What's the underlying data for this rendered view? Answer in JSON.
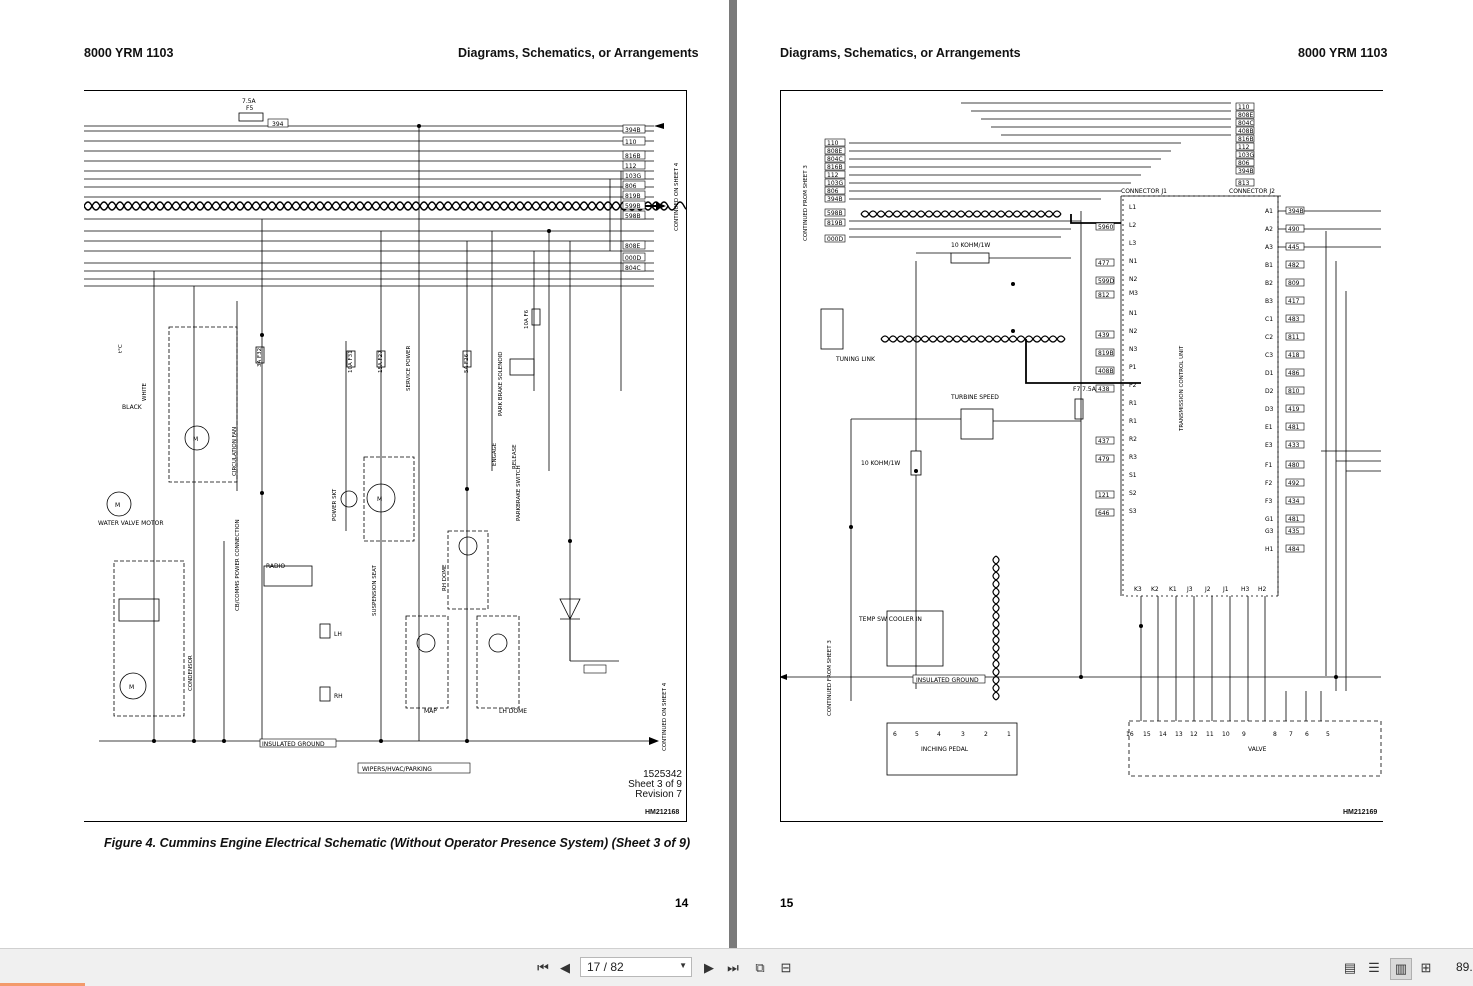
{
  "left_page": {
    "header_left": "8000 YRM 1103",
    "header_right": "Diagrams, Schematics, or Arrangements",
    "figure_caption": "Figure 4. Cummins Engine Electrical Schematic (Without Operator Presence System) (Sheet 3 of 9)",
    "doc_number": "1525342",
    "sheet": "Sheet 3 of 9",
    "revision": "Revision 7",
    "hm_code": "HM212168",
    "page_number": "14",
    "labels": {
      "fuse_rating": "7.5A",
      "fuse_id": "F5",
      "continued": "CONTINUED ON SHEET 4",
      "wire_tags": [
        "394B",
        "110",
        "816B",
        "112",
        "103G",
        "806",
        "819B",
        "599B",
        "598B",
        "808E",
        "000D",
        "804C"
      ],
      "bottom_wire": "394",
      "fuse_f32": "3A F32",
      "fuse_f31": "10A F31",
      "fuse_f27": "15A F27",
      "fuse_f26": "5A F26",
      "fuse_f6": "10A F6",
      "circ_fan": "CIRCULATION FAN",
      "water_valve": "WATER VALVE MOTOR",
      "radio": "RADIO",
      "cb_conn": "CB/COMMS POWER CONNECTION",
      "condensor": "CONDENSOR",
      "power_skt": "POWER SKT",
      "susp_seat": "SUSPENSION SEAT",
      "service_power": "SERVICE POWER",
      "engage": "ENGAGE",
      "release": "RELEASE",
      "parkbrake_switch": "PARKBRAKE SWITCH",
      "parkbrake_solenoid": "PARK BRAKE SOLENOID",
      "rh_dome": "RH DOME",
      "lh_dome": "LH DOME",
      "map": "MAP",
      "insulated_ground": "INSULATED GROUND",
      "wipers": "WIPERS/HVAC/PARKING",
      "lh": "LH",
      "rh": "RH",
      "black": "BLACK",
      "white": "WHITE",
      "tc": "t°C",
      "mtr": "M"
    }
  },
  "right_page": {
    "header_left": "Diagrams, Schematics, or Arrangements",
    "header_right": "8000 YRM 1103",
    "hm_code": "HM212169",
    "page_number": "15",
    "labels": {
      "continued_from": "CONTINUED FROM SHEET 3",
      "connector_j1": "CONNECTOR J1",
      "connector_j2": "CONNECTOR J2",
      "tcu": "TRANSMISSION CONTROL UNIT",
      "resistor_top": "10 KOHM/1W",
      "resistor_mid": "10 KOHM/1W",
      "tuning_link": "TUNING LINK",
      "turbine_speed": "TURBINE SPEED",
      "fuse_f7": "F7 7.5A",
      "temp_sw": "TEMP SW COOLER IN",
      "insulated_ground": "INSULATED GROUND",
      "inching_pedal": "INCHING PEDAL",
      "valve": "VALVE",
      "left_tags": [
        "110",
        "808E",
        "804C",
        "816B",
        "112",
        "103G",
        "806",
        "394B",
        "598B",
        "819B",
        "000D"
      ],
      "top_tags": [
        "110",
        "808E",
        "804C",
        "408B",
        "816B",
        "112",
        "103G",
        "806",
        "394B",
        "813"
      ],
      "j1_pins": [
        "L1",
        "L2",
        "L3",
        "N1",
        "N2",
        "M3",
        "N1",
        "N2",
        "N3",
        "P1",
        "P2",
        "R1",
        "R1",
        "R2",
        "R3",
        "S1",
        "S2",
        "S3"
      ],
      "j2_pins": [
        "A1",
        "A2",
        "A3",
        "B1",
        "B2",
        "B3",
        "C1",
        "C2",
        "C3",
        "D1",
        "D2",
        "D3",
        "E1",
        "E3",
        "F1",
        "F2",
        "F3",
        "G1",
        "G3",
        "H1"
      ],
      "j2_tags": [
        "394B",
        "490",
        "445",
        "482",
        "809",
        "417",
        "483",
        "811",
        "418",
        "486",
        "810",
        "419",
        "481",
        "433",
        "480",
        "492",
        "434",
        "481",
        "435",
        "484"
      ],
      "j1_tags": [
        "5960",
        "477",
        "599D",
        "812",
        "439",
        "819B",
        "408B",
        "438",
        "437",
        "479",
        "121",
        "646"
      ],
      "bottom_pins": [
        "K3",
        "K2",
        "K1",
        "J3",
        "J2",
        "J1",
        "H3",
        "H2"
      ],
      "valve_pins": [
        "16",
        "15",
        "14",
        "13",
        "12",
        "11",
        "10",
        "9",
        "8",
        "7",
        "6",
        "5"
      ],
      "pedal_pins": [
        "6",
        "5",
        "4",
        "3",
        "2",
        "1"
      ]
    }
  },
  "toolbar": {
    "page_indicator": "17 / 82",
    "zoom": "89."
  }
}
